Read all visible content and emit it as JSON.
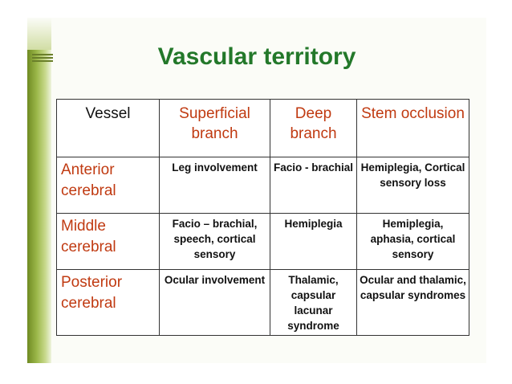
{
  "title": "Vascular territory",
  "headers": [
    "Vessel",
    "Superficial branch",
    "Deep branch",
    "Stem occlusion"
  ],
  "rows": [
    {
      "vessel": "Anterior cerebral",
      "superficial": "Leg involvement",
      "deep": "Facio - brachial",
      "stem": "Hemiplegia, Cortical sensory loss"
    },
    {
      "vessel": "Middle cerebral",
      "superficial": "Facio – brachial, speech, cortical sensory",
      "deep": "Hemiplegia",
      "stem": "Hemiplegia, aphasia, cortical sensory"
    },
    {
      "vessel": "Posterior cerebral",
      "superficial": "Ocular involvement",
      "deep": "Thalamic, capsular lacunar syndrome",
      "stem": "Ocular and thalamic, capsular syndromes"
    }
  ],
  "colors": {
    "title": "#23782a",
    "accent": "#c03a11",
    "band": "#8aa83a"
  }
}
